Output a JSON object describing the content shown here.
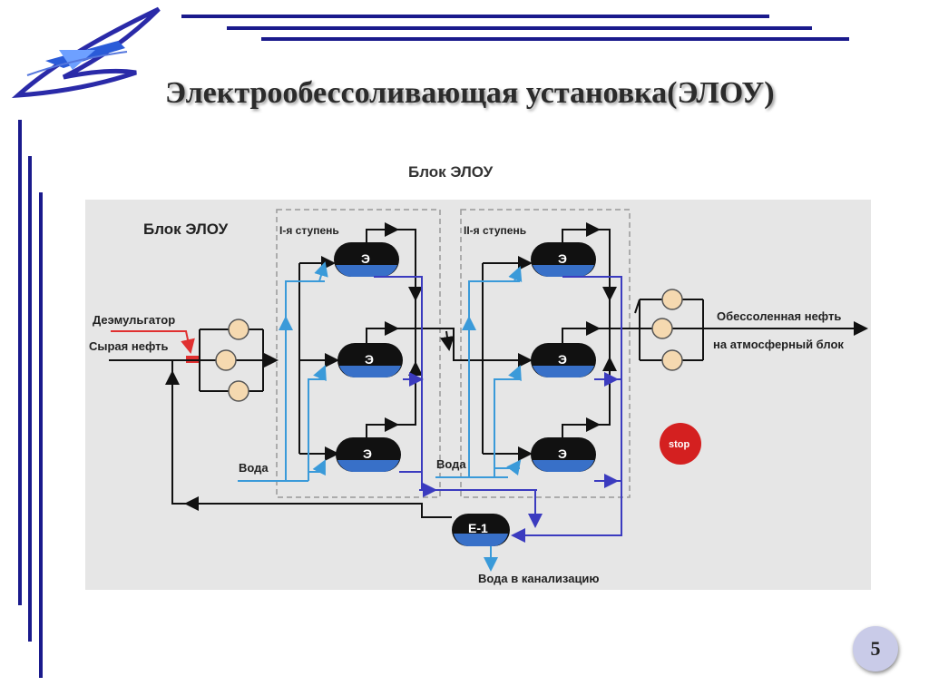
{
  "slide": {
    "title": "Электрообессоливающая установка(ЭЛОУ)",
    "subtitle": "Блок ЭЛОУ",
    "page_number": "5"
  },
  "diagram": {
    "block_label": "Блок ЭЛОУ",
    "stage1_label": "I-я ступень",
    "stage2_label": "II-я ступень",
    "demulsifier_label": "Деэмульгатор",
    "crude_oil_label": "Сырая нефть",
    "water1_label": "Вода",
    "water2_label": "Вода",
    "desalted_oil_label": "Обессоленная нефть",
    "to_atmospheric_label": "на атмосферный блок",
    "drain_label": "Вода в канализацию",
    "dehydrator_label": "Э",
    "tank_label": "Е-1",
    "stop_label": "stop",
    "colors": {
      "oil": "#111111",
      "water": "#3a9ad9",
      "drain": "#3b3bbf",
      "reagent": "#e03030",
      "vessel_water": "#3870c8",
      "stop": "#d42020"
    }
  }
}
